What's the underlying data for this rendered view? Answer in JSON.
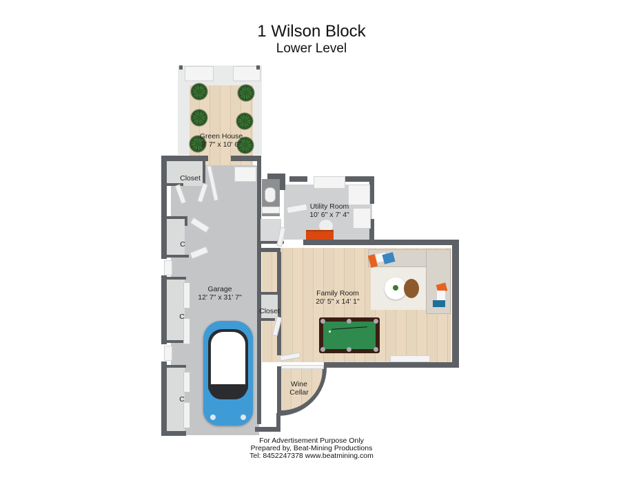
{
  "header": {
    "title": "1 Wilson Block",
    "subtitle": "Lower Level"
  },
  "rooms": [
    {
      "name": "Green House",
      "dimensions": "8' 7\" x 10' 6\""
    },
    {
      "name": "Closet",
      "dimensions": ""
    },
    {
      "name": "C",
      "dimensions": ""
    },
    {
      "name": "Garage",
      "dimensions": "12' 7\" x 31' 7\""
    },
    {
      "name": "C",
      "dimensions": ""
    },
    {
      "name": "C",
      "dimensions": ""
    },
    {
      "name": "Utility Room",
      "dimensions": "10' 6\" x 7' 4\""
    },
    {
      "name": "Closet",
      "dimensions": ""
    },
    {
      "name": "Family Room",
      "dimensions": "20' 5\" x 14' 1\""
    },
    {
      "name": "Wine Cellar",
      "dimensions": ""
    }
  ],
  "wine_cellar": {
    "line1": "Wine",
    "line2": "Cellar"
  },
  "footer": {
    "line1": "For Advertisement Purpose Only",
    "line2": "Prepared by, Beat-Mining Productions",
    "line3": "Tel: 8452247378 www.beatmining.com"
  },
  "colors": {
    "wall": "#5d6166",
    "wood_floor": "#e6d6bd",
    "garage_floor": "#c4c5c6",
    "car_body": "#3f9bd6",
    "pool_felt": "#2f8a4e",
    "accent_orange": "#e8621f",
    "accent_blue": "#1f6f9a"
  }
}
